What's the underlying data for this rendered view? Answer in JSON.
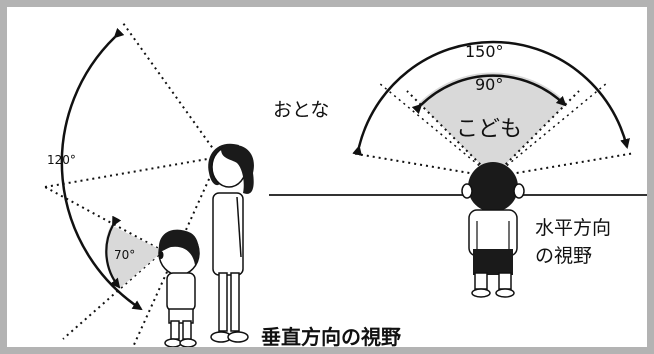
{
  "vertical": {
    "adult_angle": "120°",
    "child_angle": "70°",
    "caption": "垂直方向の視野"
  },
  "horizontal": {
    "adult_angle": "150°",
    "child_angle": "90°",
    "adult_label": "おとな",
    "child_label": "こども",
    "caption_line1": "水平方向",
    "caption_line2": "の視野"
  },
  "colors": {
    "frame": "#b3b3b3",
    "sector_fill": "#d9d9d9",
    "ink": "#111111",
    "hair": "#1a1a1a"
  }
}
